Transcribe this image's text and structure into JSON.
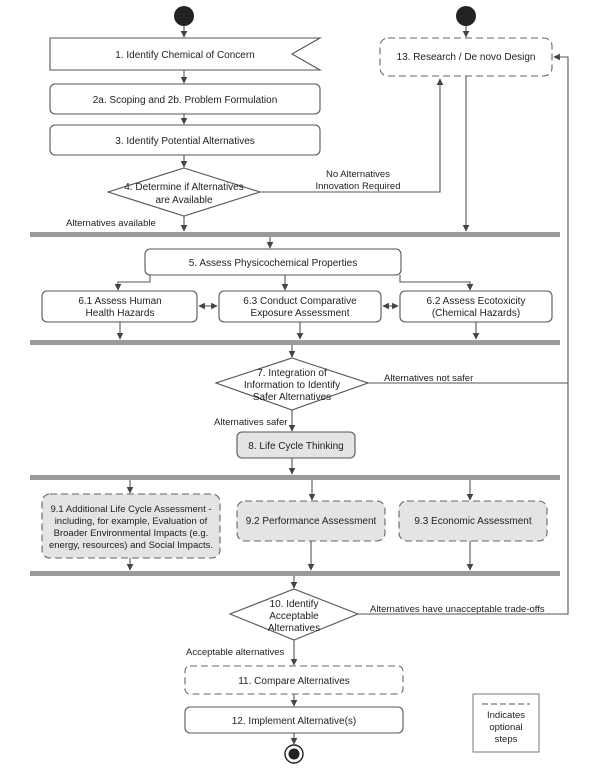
{
  "nodes": {
    "step1": "1. Identify Chemical of Concern",
    "step2": "2a. Scoping and 2b. Problem Formulation",
    "step3": "3. Identify Potential Alternatives",
    "step4_line1": "4. Determine if Alternatives",
    "step4_line2": "are Available",
    "step13": "13. Research / De novo Design",
    "step5": "5. Assess Physicochemical Properties",
    "step61_line1": "6.1 Assess Human",
    "step61_line2": "Health Hazards",
    "step63_line1": "6.3 Conduct Comparative",
    "step63_line2": "Exposure Assessment",
    "step62_line1": "6.2 Assess Ecotoxicity",
    "step62_line2": "(Chemical Hazards)",
    "step7_line1": "7. Integration of",
    "step7_line2": "Information to Identify",
    "step7_line3": "Safer Alternatives",
    "step8": "8. Life Cycle Thinking",
    "step91_line1": "9.1 Additional Life Cycle Assessment -",
    "step91_line2": "including, for example, Evaluation of",
    "step91_line3": "Broader Environmental Impacts (e.g.",
    "step91_line4": "energy, resources) and Social Impacts.",
    "step92": "9.2 Performance Assessment",
    "step93": "9.3 Economic Assessment",
    "step10_line1": "10. Identify",
    "step10_line2": "Acceptable",
    "step10_line3": "Alternatives",
    "step11": "11. Compare Alternatives",
    "step12": "12. Implement Alternative(s)"
  },
  "edge_labels": {
    "no_alternatives_line1": "No Alternatives",
    "no_alternatives_line2": "Innovation Required",
    "alternatives_available": "Alternatives available",
    "alternatives_not_safer": "Alternatives not safer",
    "alternatives_safer": "Alternatives safer",
    "unacceptable_tradeoffs": "Alternatives have unacceptable trade-offs",
    "acceptable_alternatives": "Acceptable alternatives"
  },
  "legend": {
    "line1": "Indicates",
    "line2": "optional",
    "line3": "steps"
  }
}
